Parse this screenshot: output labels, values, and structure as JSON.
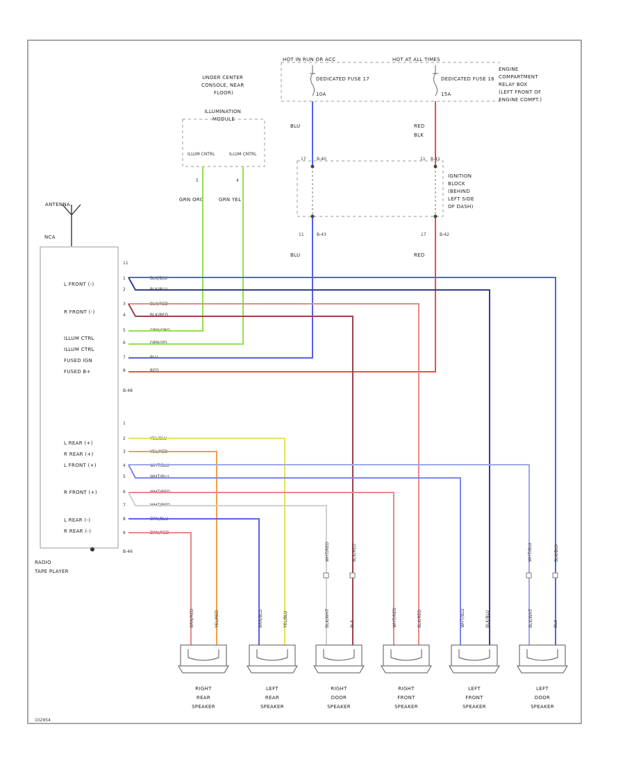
{
  "hot_labels": {
    "hot_run_start": "HOT IN RUN OR ACC",
    "hot_at_all_times": "HOT AT ALL TIMES"
  },
  "fuse_17": {
    "name": "DEDICATED FUSE 17",
    "rating": "10A"
  },
  "fuse_16": {
    "name": "DEDICATED FUSE 16",
    "rating": "15A"
  },
  "engine_relay_box": "ENGINE COMPARTMENT RELAY BOX (LEFT FRONT OF ENGINE COMPT.)",
  "illumination_module": {
    "location": "UNDER CENTER CONSOLE, NEAR FLOOR)",
    "name": "ILLUMINATION MODULE",
    "pin_a": "ILLUM CNTRL",
    "pin_b": "ILLUM CNTRL",
    "pin_a_num": "5",
    "pin_b_num": "4"
  },
  "ignition_block": {
    "label": "IGNITION BLOCK (BEHIND LEFT SIDE OF DASH)",
    "conn_in_left": "B-40",
    "conn_in_right": "B-41",
    "conn_out_left": "B-43",
    "conn_out_right": "B-42",
    "pin_left": "11",
    "pin_right": "17",
    "pin_in_left": "17",
    "pin_in_right": "11"
  },
  "wire_colors_top": {
    "blu": "BLU",
    "red_top": "RED",
    "red_gauge": "BLK",
    "red_bottom": "RED",
    "blu_bottom": "BLU",
    "grn_org": "GRN ORG",
    "grn_yel": "GRN YEL"
  },
  "antenna": {
    "name": "ANTENNA",
    "sub": "NCA"
  },
  "radio": {
    "name": "RADIO TAPE PLAYER",
    "connector_top": "B-48",
    "connector_bottom": "B-46",
    "top_pins": [
      {
        "label": "L FRONT (-)",
        "pin": "1",
        "wire": "BLK/BLU"
      },
      {
        "label": "",
        "pin": "2",
        "wire": "BLK/BLU"
      },
      {
        "label": "R FRONT (-)",
        "pin": "3",
        "wire": "BLK/RED"
      },
      {
        "label": "",
        "pin": "4",
        "wire": "BLK/RED"
      },
      {
        "label": "ILLUM CTRL",
        "pin": "5",
        "wire": "GRN/ORG"
      },
      {
        "label": "ILLUM CTRL",
        "pin": "6",
        "wire": "GRN/YEL"
      },
      {
        "label": "FUSED IGN",
        "pin": "7",
        "wire": "BLU"
      },
      {
        "label": "FUSED B+",
        "pin": "8",
        "wire": "RED"
      }
    ],
    "bottom_pins": [
      {
        "label": "L REAR (+)",
        "pin": "2",
        "wire": "YEL/BLU"
      },
      {
        "label": "R REAR (+)",
        "pin": "3",
        "wire": "YEL/RED"
      },
      {
        "label": "L FRONT (+)",
        "pin": "4",
        "wire": "WHT/BLU"
      },
      {
        "label": "",
        "pin": "5",
        "wire": "WHT/BLU"
      },
      {
        "label": "R FRONT (+)",
        "pin": "6",
        "wire": "WHT/RED"
      },
      {
        "label": "",
        "pin": "7",
        "wire": "WHT/RED"
      },
      {
        "label": "L REAR (-)",
        "pin": "8",
        "wire": "BRN/BLU"
      },
      {
        "label": "R REAR (-)",
        "pin": "9",
        "wire": "BRN/RED"
      }
    ],
    "top_pin_header": "11",
    "bottom_pin_header": "1"
  },
  "speakers": [
    {
      "name": "RIGHT REAR SPEAKER",
      "wire_a": "BRN/RED",
      "wire_b": "YEL/RED"
    },
    {
      "name": "LEFT REAR SPEAKER",
      "wire_a": "BRN/BLU",
      "wire_b": "YEL/BLU"
    },
    {
      "name": "RIGHT DOOR SPEAKER",
      "wire_a": "BLK/WHT",
      "wire_b": "BLK"
    },
    {
      "name": "RIGHT FRONT SPEAKER",
      "wire_a": "WHT/RED",
      "wire_b": "BLK/RED"
    },
    {
      "name": "LEFT FRONT SPEAKER",
      "wire_a": "WHT/BLU",
      "wire_b": "BLK/BLU"
    },
    {
      "name": "LEFT DOOR SPEAKER",
      "wire_a": "BLK/WHT",
      "wire_b": "BLK"
    }
  ],
  "door_wire_labels": {
    "right_a": "WHT/RED",
    "right_b": "BLK/RED",
    "left_a": "WHT/BLU",
    "left_b": "BLK/BLU"
  },
  "diagram_id": "102954",
  "colors": {
    "blue": "#5560e8",
    "dark_blue": "#333a8c",
    "red": "#ef4a4a",
    "dark_red": "#9b3f4a",
    "pink": "#e88888",
    "green": "#8fe04a",
    "yellow": "#e6e05a",
    "orange": "#f0a040",
    "light_blue": "#9ea6f0",
    "grey": "#cfcfcf"
  }
}
